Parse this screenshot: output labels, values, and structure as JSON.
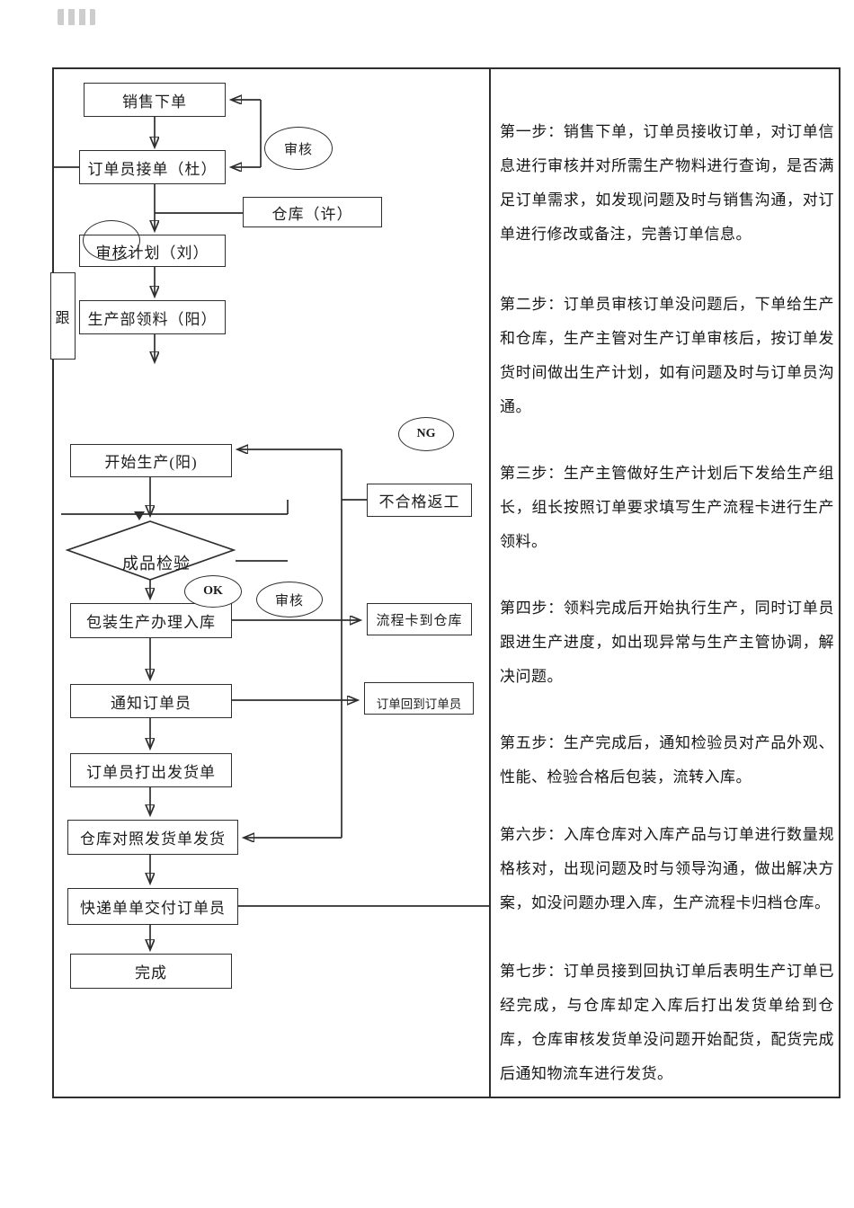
{
  "flowchart": {
    "sales_order": "销售下单",
    "order_receive": "订单员接单（杜）",
    "review_top": "审核",
    "warehouse_xu": "仓库（许）",
    "review_plan": "审核计划（刘）",
    "material_pick": "生产部领料（阳）",
    "follow": "跟",
    "ng": "NG",
    "start_production": "开始生产(阳)",
    "rework": "不合格返工",
    "inspection": "成品检验",
    "ok": "OK",
    "review_mid": "审核",
    "packing_inbound": "包装生产办理入库",
    "card_to_warehouse": "流程卡到仓库",
    "notify_clerk": "通知订单员",
    "order_back": "订单回到订单员",
    "print_invoice": "订单员打出发货单",
    "warehouse_ship": "仓库对照发货单发货",
    "express_note": "快递单单交付订单员",
    "done": "完成"
  },
  "steps": [
    "第一步：销售下单，订单员接收订单，对订单信息进行审核并对所需生产物料进行查询，是否满足订单需求，如发现问题及时与销售沟通，对订单进行修改或备注，完善订单信息。",
    "第二步：订单员审核订单没问题后，下单给生产和仓库，生产主管对生产订单审核后，按订单发货时间做出生产计划，如有问题及时与订单员沟通。",
    "第三步：生产主管做好生产计划后下发给生产组长，组长按照订单要求填写生产流程卡进行生产领料。",
    "第四步：领料完成后开始执行生产，同时订单员跟进生产进度，如出现异常与生产主管协调，解决问题。",
    "第五步：生产完成后，通知检验员对产品外观、性能、检验合格后包装，流转入库。",
    "第六步：入库仓库对入库产品与订单进行数量规格核对，出现问题及时与领导沟通，做出解决方案，如没问题办理入库，生产流程卡归档仓库。",
    "第七步：订单员接到回执订单后表明生产订单已经完成，与仓库却定入库后打出发货单给到仓库，仓库审核发货单没问题开始配货，配货完成后通知物流车进行发货。"
  ]
}
